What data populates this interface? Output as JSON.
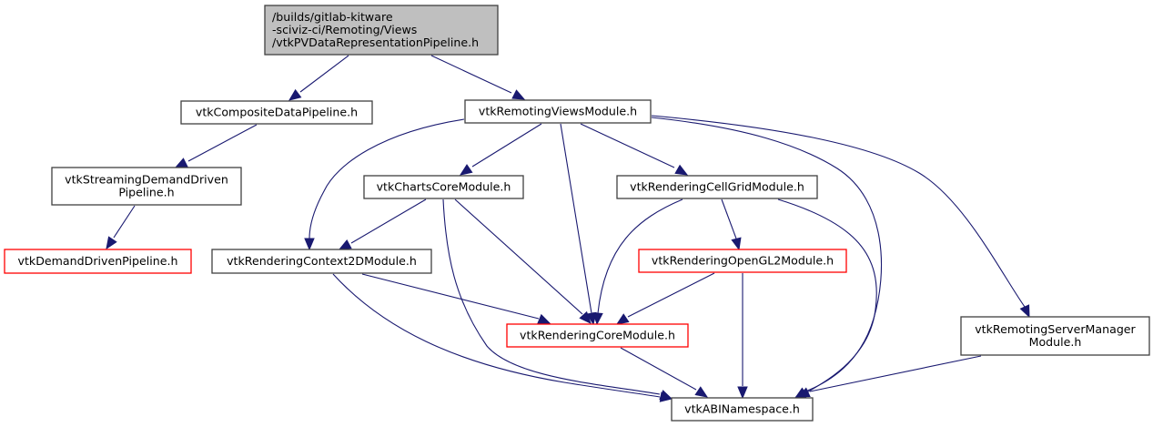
{
  "diagram": {
    "type": "include-dependency-graph",
    "colors": {
      "edge": "#191970",
      "root_fill": "#bfbfbf",
      "node_border": "#404040",
      "truncated_border": "#ff0000",
      "node_fill": "#ffffff"
    },
    "nodes": [
      {
        "id": "root",
        "lines": [
          "/builds/gitlab-kitware",
          "-sciviz-ci/Remoting/Views",
          "/vtkPVDataRepresentationPipeline.h"
        ],
        "style": "root",
        "align": "left"
      },
      {
        "id": "composite",
        "lines": [
          "vtkCompositeDataPipeline.h"
        ],
        "style": "normal"
      },
      {
        "id": "remoting",
        "lines": [
          "vtkRemotingViewsModule.h"
        ],
        "style": "normal"
      },
      {
        "id": "streaming",
        "lines": [
          "vtkStreamingDemandDriven",
          "Pipeline.h"
        ],
        "style": "normal"
      },
      {
        "id": "demand",
        "lines": [
          "vtkDemandDrivenPipeline.h"
        ],
        "style": "truncated"
      },
      {
        "id": "charts",
        "lines": [
          "vtkChartsCoreModule.h"
        ],
        "style": "normal"
      },
      {
        "id": "cellgrid",
        "lines": [
          "vtkRenderingCellGridModule.h"
        ],
        "style": "normal"
      },
      {
        "id": "ctx2d",
        "lines": [
          "vtkRenderingContext2DModule.h"
        ],
        "style": "normal"
      },
      {
        "id": "opengl2",
        "lines": [
          "vtkRenderingOpenGL2Module.h"
        ],
        "style": "truncated"
      },
      {
        "id": "rcore",
        "lines": [
          "vtkRenderingCoreModule.h"
        ],
        "style": "truncated"
      },
      {
        "id": "servermgr",
        "lines": [
          "vtkRemotingServerManager",
          "Module.h"
        ],
        "style": "normal"
      },
      {
        "id": "abi",
        "lines": [
          "vtkABINamespace.h"
        ],
        "style": "normal"
      }
    ],
    "edges": [
      {
        "from": "root",
        "to": "composite"
      },
      {
        "from": "root",
        "to": "remoting"
      },
      {
        "from": "composite",
        "to": "streaming"
      },
      {
        "from": "streaming",
        "to": "demand"
      },
      {
        "from": "remoting",
        "to": "charts"
      },
      {
        "from": "remoting",
        "to": "cellgrid"
      },
      {
        "from": "remoting",
        "to": "ctx2d"
      },
      {
        "from": "remoting",
        "to": "rcore"
      },
      {
        "from": "remoting",
        "to": "abi"
      },
      {
        "from": "remoting",
        "to": "servermgr"
      },
      {
        "from": "charts",
        "to": "ctx2d"
      },
      {
        "from": "charts",
        "to": "rcore"
      },
      {
        "from": "charts",
        "to": "abi"
      },
      {
        "from": "cellgrid",
        "to": "opengl2"
      },
      {
        "from": "cellgrid",
        "to": "rcore"
      },
      {
        "from": "cellgrid",
        "to": "abi"
      },
      {
        "from": "ctx2d",
        "to": "rcore"
      },
      {
        "from": "ctx2d",
        "to": "abi"
      },
      {
        "from": "opengl2",
        "to": "rcore"
      },
      {
        "from": "opengl2",
        "to": "abi"
      },
      {
        "from": "rcore",
        "to": "abi"
      },
      {
        "from": "servermgr",
        "to": "abi"
      }
    ]
  }
}
